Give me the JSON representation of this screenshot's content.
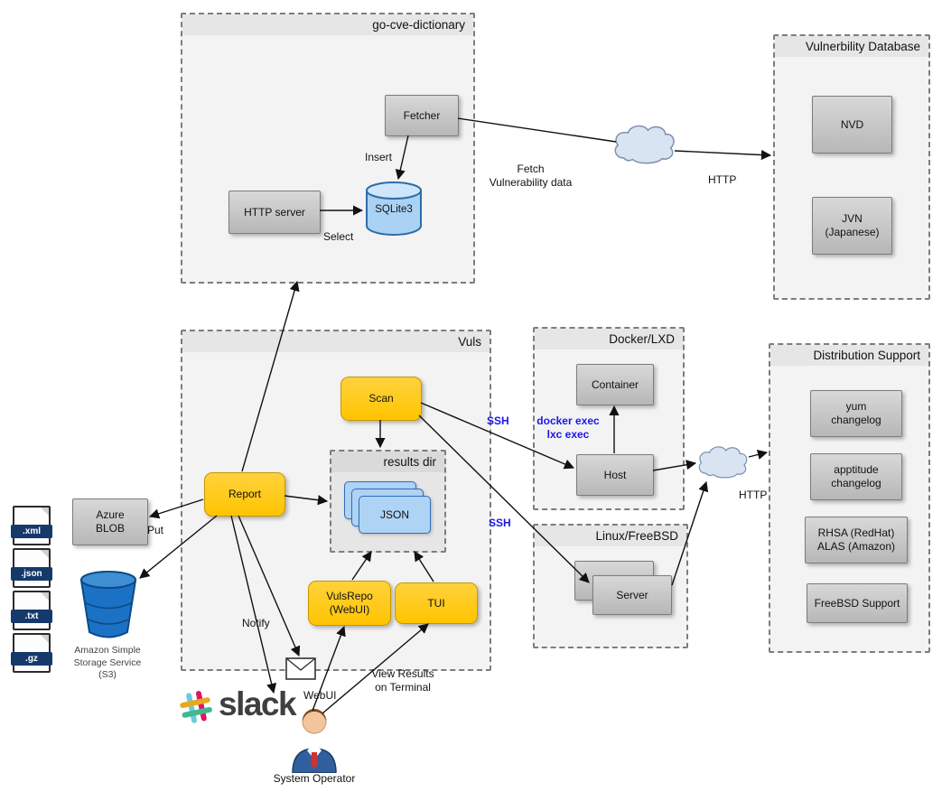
{
  "groups": {
    "go_cve_dictionary": "go-cve-dictionary",
    "vulnerability_database": "Vulnerbility Database",
    "vuls": "Vuls",
    "results_dir": "results dir",
    "docker_lxd": "Docker/LXD",
    "linux_freebsd": "Linux/FreeBSD",
    "distribution_support": "Distribution Support"
  },
  "nodes": {
    "fetcher": "Fetcher",
    "http_server": "HTTP server",
    "sqlite3": "SQLite3",
    "nvd": "NVD",
    "jvn": "JVN\n(Japanese)",
    "scan": "Scan",
    "report": "Report",
    "json": "JSON",
    "vulsrepo": "VulsRepo\n(WebUI)",
    "tui": "TUI",
    "container": "Container",
    "host": "Host",
    "server": "Server",
    "yum_changelog": "yum\nchangelog",
    "apptitude_changelog": "apptitude\nchangelog",
    "rhsa_alas": "RHSA (RedHat)\nALAS (Amazon)",
    "freebsd_support": "FreeBSD Support",
    "azure_blob": "Azure\nBLOB"
  },
  "labels": {
    "insert": "Insert",
    "select": "Select",
    "fetch_vuln_data": "Fetch\nVulnerability data",
    "http_fetch": "HTTP",
    "http_dist": "HTTP",
    "ssh_docker": "SSH",
    "ssh_linux": "SSH",
    "docker_exec": "docker exec\nlxc exec",
    "put": "Put",
    "notify": "Notify",
    "webui": "WebUI",
    "view_results": "View Results\non Terminal",
    "system_operator": "System Operator"
  },
  "storage": {
    "s3_caption": "Amazon Simple\nStorage Service\n(S3)",
    "file_types": [
      ".xml",
      ".json",
      ".txt",
      ".gz"
    ]
  },
  "logos": {
    "slack": "slack"
  },
  "colors": {
    "action_node": "#ffc400",
    "gray_node": "#c6c6c6",
    "ssh_label": "#1a17e8",
    "json_node": "#aed3f5",
    "s3_bucket": "#1b72c4",
    "slack_text": "#3f3f3f",
    "slack_hash": [
      "#6ecadc",
      "#e9a820",
      "#e01563",
      "#3eb991"
    ]
  }
}
